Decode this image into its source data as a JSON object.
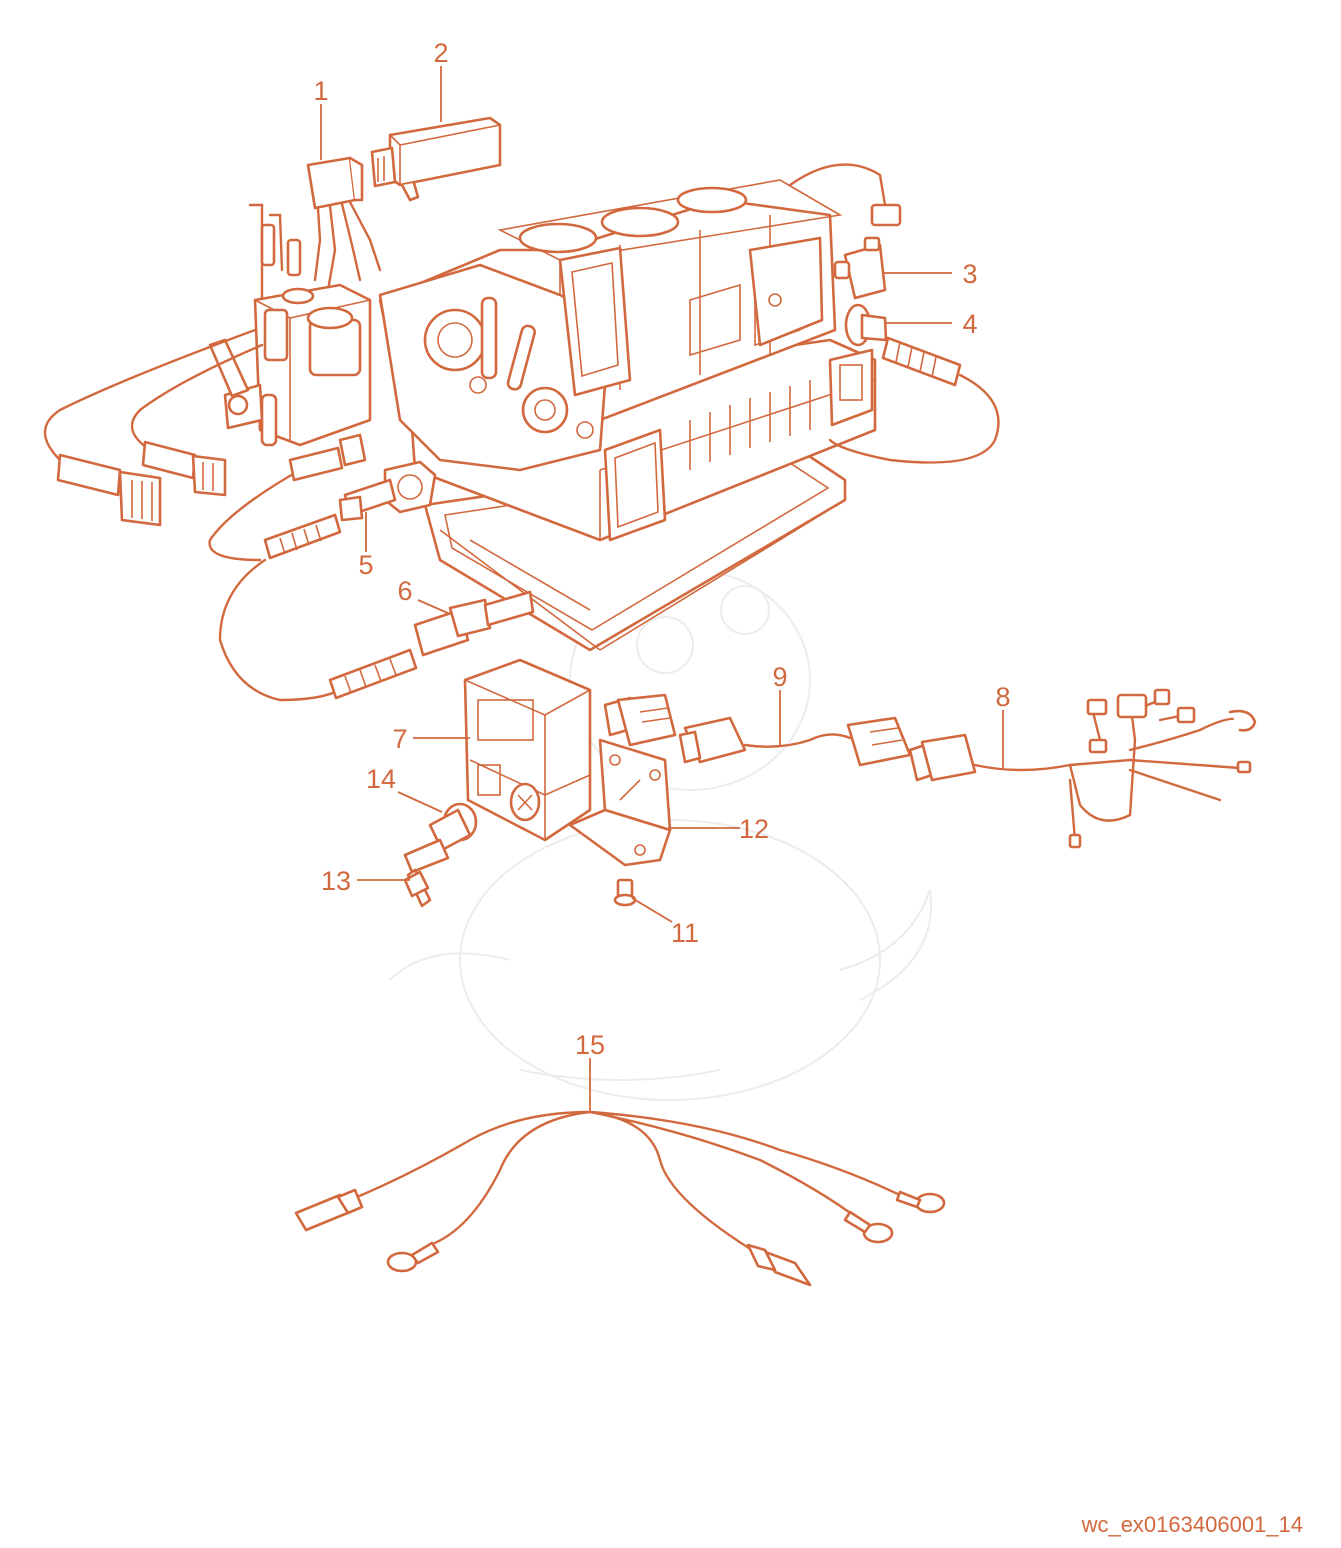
{
  "figure": {
    "code": "wc_ex0163406001_14",
    "accent_color": "#d2693e",
    "background": "#ffffff"
  },
  "callouts": [
    {
      "id": "1",
      "label": "1"
    },
    {
      "id": "2",
      "label": "2"
    },
    {
      "id": "3",
      "label": "3"
    },
    {
      "id": "4",
      "label": "4"
    },
    {
      "id": "5",
      "label": "5"
    },
    {
      "id": "6",
      "label": "6"
    },
    {
      "id": "7",
      "label": "7"
    },
    {
      "id": "8",
      "label": "8"
    },
    {
      "id": "9",
      "label": "9"
    },
    {
      "id": "11",
      "label": "11"
    },
    {
      "id": "12",
      "label": "12"
    },
    {
      "id": "13",
      "label": "13"
    },
    {
      "id": "14",
      "label": "14"
    },
    {
      "id": "15",
      "label": "15"
    }
  ]
}
